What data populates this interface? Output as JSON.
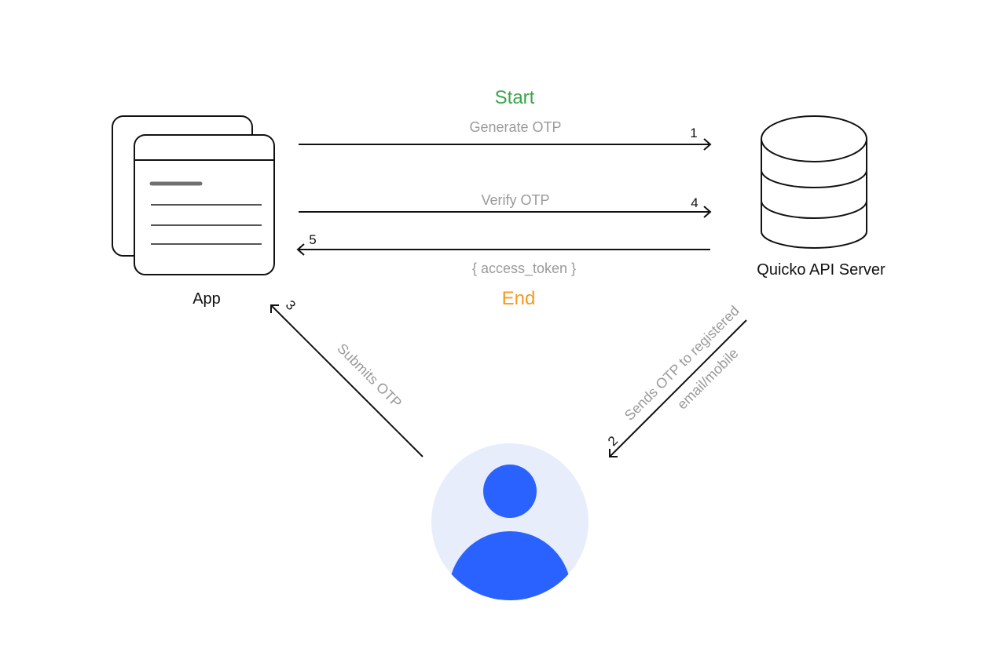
{
  "diagram": {
    "start_label": "Start",
    "end_label": "End",
    "app_label": "App",
    "server_label": "Quicko API Server",
    "steps": [
      {
        "number": "1",
        "label": "Generate OTP"
      },
      {
        "number": "2",
        "label_line1": "Sends OTP to registered",
        "label_line2": "email/mobile"
      },
      {
        "number": "3",
        "label": "Submits OTP"
      },
      {
        "number": "4",
        "label": "Verify OTP"
      },
      {
        "number": "5",
        "label": "{ access_token }"
      }
    ]
  },
  "colors": {
    "start": "#3aa54a",
    "end": "#f59a1b",
    "user_accent": "#2962ff",
    "user_background": "#e8edfc",
    "label_gray": "#9a9a9a",
    "line": "#111111"
  },
  "icons": {
    "app": "app-window-stack-icon",
    "server": "database-icon",
    "user": "user-avatar-icon"
  }
}
